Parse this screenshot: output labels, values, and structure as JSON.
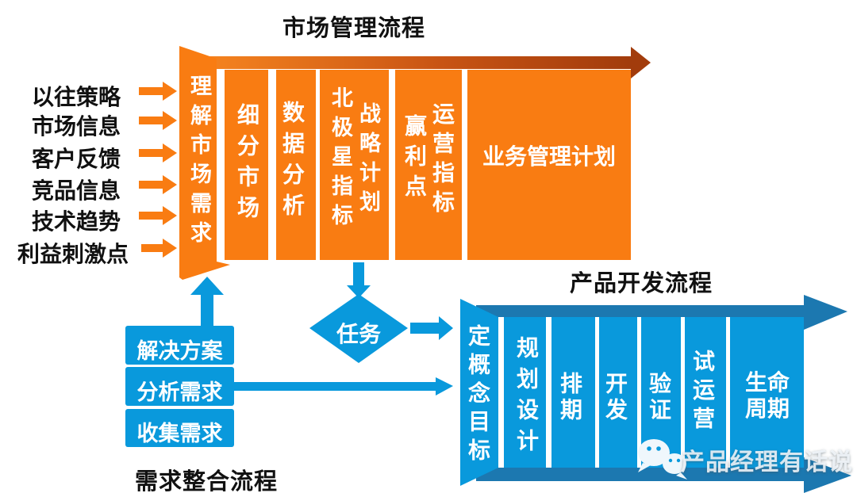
{
  "titles": {
    "market": "市场管理流程",
    "product": "产品开发流程",
    "requirements": "需求整合流程"
  },
  "market_inputs": [
    "以往策略",
    "市场信息",
    "客户反馈",
    "竞品信息",
    "技术趋势",
    "利益刺激点"
  ],
  "market_stages": {
    "understand": "理解市场需求",
    "segment": "细分市场",
    "data_analysis": "数据分析",
    "north_star": "北极星指标",
    "strategy_plan": "战略计划",
    "profit_point": "赢利点",
    "ops_metrics": "运营指标",
    "business_plan": "业务管理计划"
  },
  "task_node": {
    "label": "任务"
  },
  "requirements_flow": {
    "boxes": [
      "解决方案",
      "分析需求",
      "收集需求"
    ]
  },
  "product_stages": {
    "concept": "定概念目标",
    "planning": "规划设计",
    "schedule": "排期",
    "develop": "开发",
    "verify": "验证",
    "trial": "试运营",
    "lifecycle": "生命周期"
  },
  "watermark": "产品经理有话说",
  "colors": {
    "orange": "#F97C12",
    "orange_arrow_dark": "#A23C0C",
    "blue": "#0999DC",
    "blue_arrow_dark": "#1C78B0",
    "text_black": "#111111",
    "text_white": "#FFFFFF"
  }
}
